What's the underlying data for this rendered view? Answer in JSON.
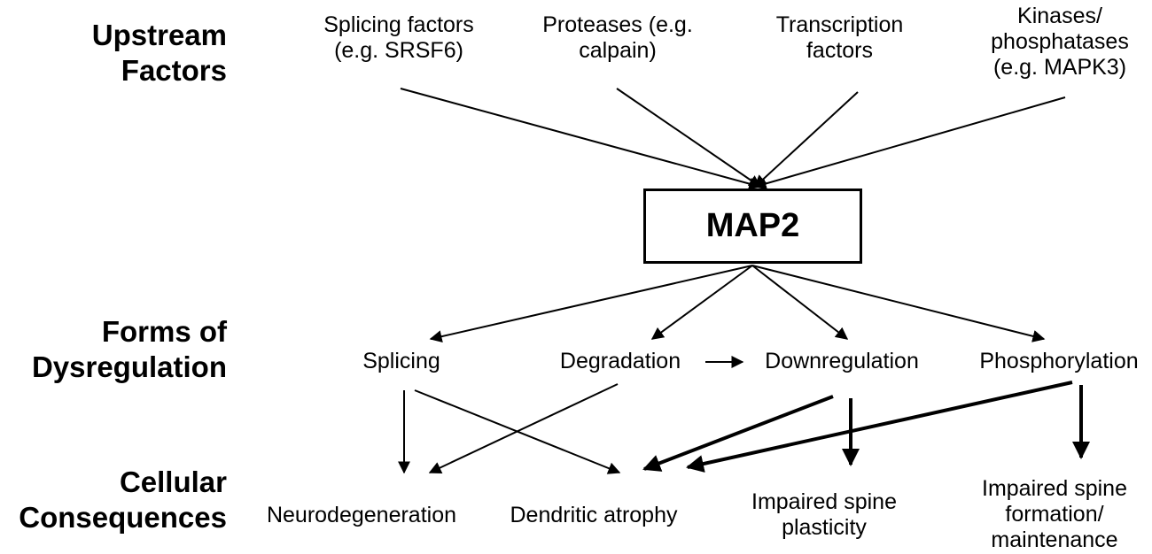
{
  "rows": {
    "upstream": [
      "Upstream",
      "Factors"
    ],
    "forms": [
      "Forms of",
      "Dysregulation"
    ],
    "consequences": [
      "Cellular",
      "Consequences"
    ]
  },
  "upstream_factors": [
    [
      "Splicing factors",
      "(e.g. SRSF6)"
    ],
    [
      "Proteases (e.g.",
      "calpain)"
    ],
    [
      "Transcription",
      "factors"
    ],
    [
      "Kinases/",
      "phosphatases",
      "(e.g. MAPK3)"
    ]
  ],
  "center": "MAP2",
  "forms": [
    "Splicing",
    "Degradation",
    "Downregulation",
    "Phosphorylation"
  ],
  "consequences": [
    [
      "Neurodegeneration"
    ],
    [
      "Dendritic atrophy"
    ],
    [
      "Impaired spine",
      "plasticity"
    ],
    [
      "Impaired spine",
      "formation/",
      "maintenance"
    ]
  ]
}
